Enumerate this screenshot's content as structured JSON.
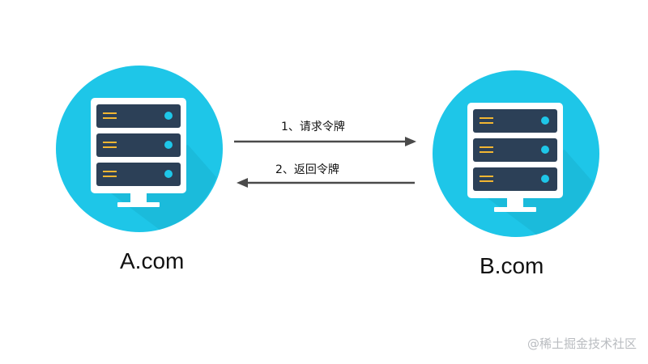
{
  "nodes": {
    "a": {
      "label": "A.com"
    },
    "b": {
      "label": "B.com"
    }
  },
  "edges": {
    "request": {
      "label": "1、请求令牌"
    },
    "return": {
      "label": "2、返回令牌"
    }
  },
  "watermark": {
    "text": "@稀土掘金技术社区"
  },
  "colors": {
    "circle": "#1ec6e8",
    "circle_shadow": "#18adcb",
    "server_body": "#ffffff",
    "server_slot": "#2c4057",
    "slot_lines": "#f2b632",
    "slot_led": "#1ec6e8",
    "arrow": "#4a4a4a"
  },
  "icons": {
    "server": "server-icon"
  }
}
